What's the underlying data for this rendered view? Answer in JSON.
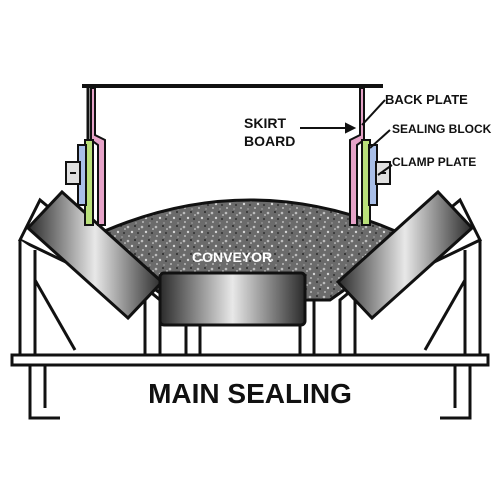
{
  "title": "MAIN SEALING",
  "labels": {
    "skirt_board_line1": "SKIRT",
    "skirt_board_line2": "BOARD",
    "back_plate": "BACK PLATE",
    "sealing_block": "SEALING BLOCK",
    "clamp_plate": "CLAMP PLATE",
    "material": "CONVEYOR"
  },
  "colors": {
    "outline": "#111111",
    "back_plate": "#e6a3c8",
    "sealing_block": "#b9e07a",
    "clamp_plate": "#a9bfe8",
    "roller_dark": "#3a3a3a",
    "roller_light": "#d9d9d9",
    "material": "#555555",
    "frame": "#ffffff"
  }
}
